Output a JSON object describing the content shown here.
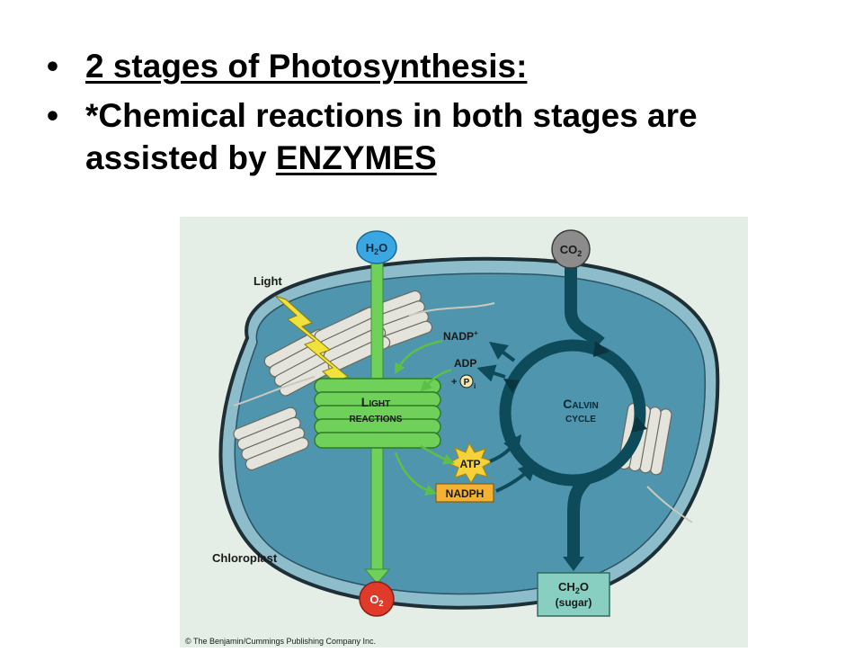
{
  "bullets": {
    "symbol": "•",
    "item1": "2 stages of Photosynthesis:",
    "item2_prefix": "*Chemical reactions in both stages are assisted by ",
    "item2_emphasis": "ENZYMES"
  },
  "diagram": {
    "water_main": "H",
    "water_sub": "2",
    "water_tail": "O",
    "co2_main": "CO",
    "co2_sub": "2",
    "light_label": "Light",
    "light_reactions_cap": "L",
    "light_reactions_rest": "IGHT",
    "light_reactions_line2": "REACTIONS",
    "nadp_label": "NADP",
    "nadp_sup": "+",
    "adp_label": "ADP",
    "pi_plus": "+",
    "pi_symbol": "P",
    "pi_sub": "i",
    "atp_label": "ATP",
    "nadph_label": "NADPH",
    "calvin_cap": "C",
    "calvin_rest": "ALVIN",
    "calvin_line2": "CYCLE",
    "chloroplast_label": "Chloroplast",
    "o2_main": "O",
    "o2_sub": "2",
    "sugar_main": "CH",
    "sugar_sub": "2",
    "sugar_tail": "O",
    "sugar_line2": "(sugar)",
    "copyright": "© The Benjamin/Cummings Publishing Company Inc."
  },
  "colors": {
    "background": "#e4eee6",
    "stroma": "#4e95ad",
    "membrane": "#1e2f36",
    "green": "#6fd05a",
    "dark_teal": "#0d4a5a",
    "water": "#3aa7e3",
    "o2": "#e03a2a",
    "atp": "#f6d23a",
    "nadph": "#f3b233",
    "sugar": "#88cfc2"
  }
}
